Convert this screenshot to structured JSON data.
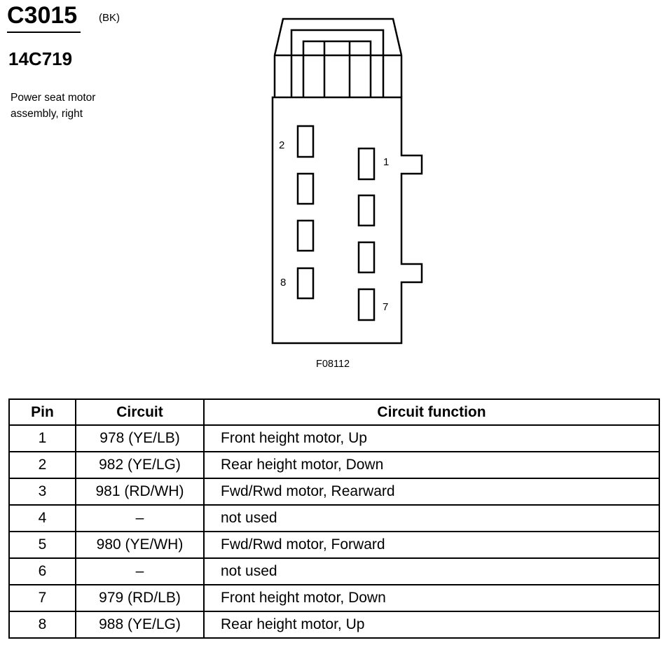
{
  "header": {
    "connector_id": "C3015",
    "connector_color": "(BK)",
    "part_number": "14C719",
    "description": "Power seat motor assembly, right"
  },
  "diagram": {
    "pin_labels": [
      "2",
      "1",
      "8",
      "7"
    ],
    "figure_code": "F08112"
  },
  "table": {
    "headers": [
      "Pin",
      "Circuit",
      "Circuit function"
    ],
    "rows": [
      {
        "pin": "1",
        "circuit": "978 (YE/LB)",
        "function": "Front height motor, Up"
      },
      {
        "pin": "2",
        "circuit": "982 (YE/LG)",
        "function": "Rear height motor, Down"
      },
      {
        "pin": "3",
        "circuit": "981 (RD/WH)",
        "function": "Fwd/Rwd motor, Rearward"
      },
      {
        "pin": "4",
        "circuit": "–",
        "function": "not used"
      },
      {
        "pin": "5",
        "circuit": "980 (YE/WH)",
        "function": "Fwd/Rwd motor, Forward"
      },
      {
        "pin": "6",
        "circuit": "–",
        "function": "not used"
      },
      {
        "pin": "7",
        "circuit": "979 (RD/LB)",
        "function": "Front height motor, Down"
      },
      {
        "pin": "8",
        "circuit": "988 (YE/LG)",
        "function": "Rear height motor, Up"
      }
    ]
  }
}
